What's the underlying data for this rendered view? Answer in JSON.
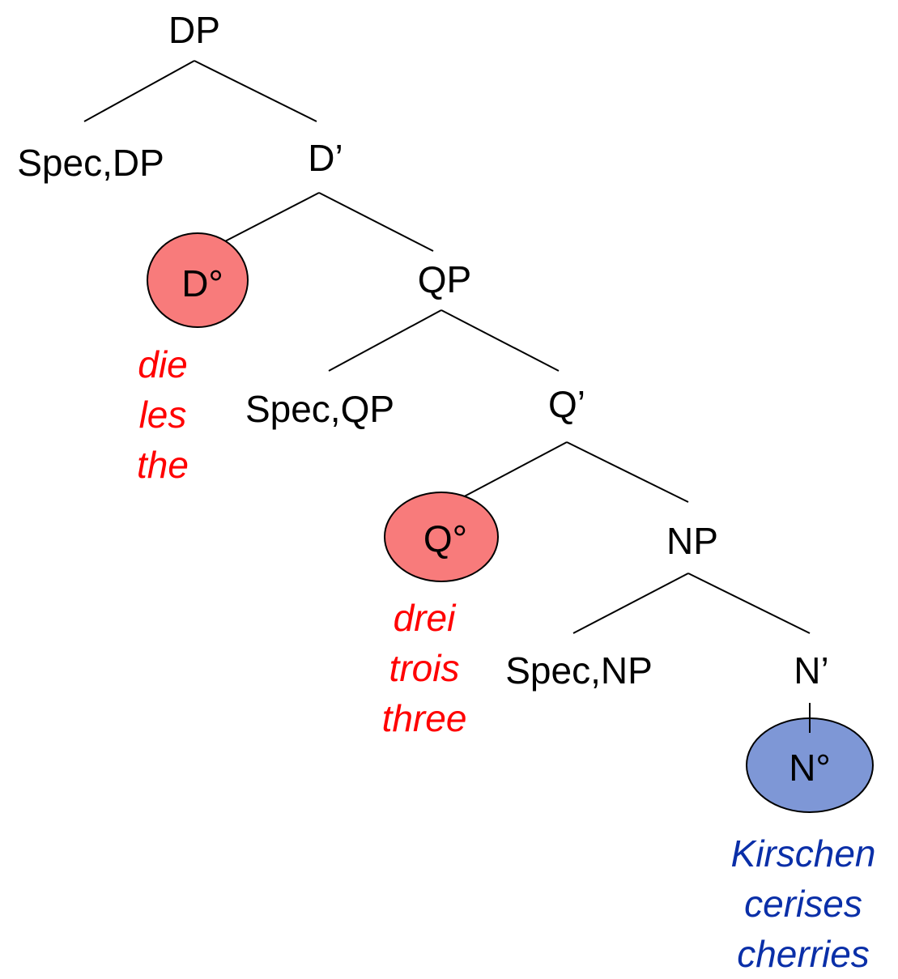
{
  "colors": {
    "line": "#000000",
    "head_fill": "#f87b7b",
    "noun_fill": "#7e97d6",
    "head_gloss": "#ff0000",
    "noun_gloss": "#0a2fa8"
  },
  "nodes": {
    "dp": "DP",
    "spec_dp": "Spec,DP",
    "d_bar": "D’",
    "d_head": "D°",
    "qp": "QP",
    "spec_qp": "Spec,QP",
    "q_bar": "Q’",
    "q_head": "Q°",
    "np": "NP",
    "spec_np": "Spec,NP",
    "n_bar": "N’",
    "n_head": "N°"
  },
  "glosses": {
    "determiner": [
      "die",
      "les",
      "the"
    ],
    "quantifier": [
      "drei",
      "trois",
      "three"
    ],
    "noun": [
      "Kirschen",
      "cerises",
      "cherries"
    ]
  }
}
